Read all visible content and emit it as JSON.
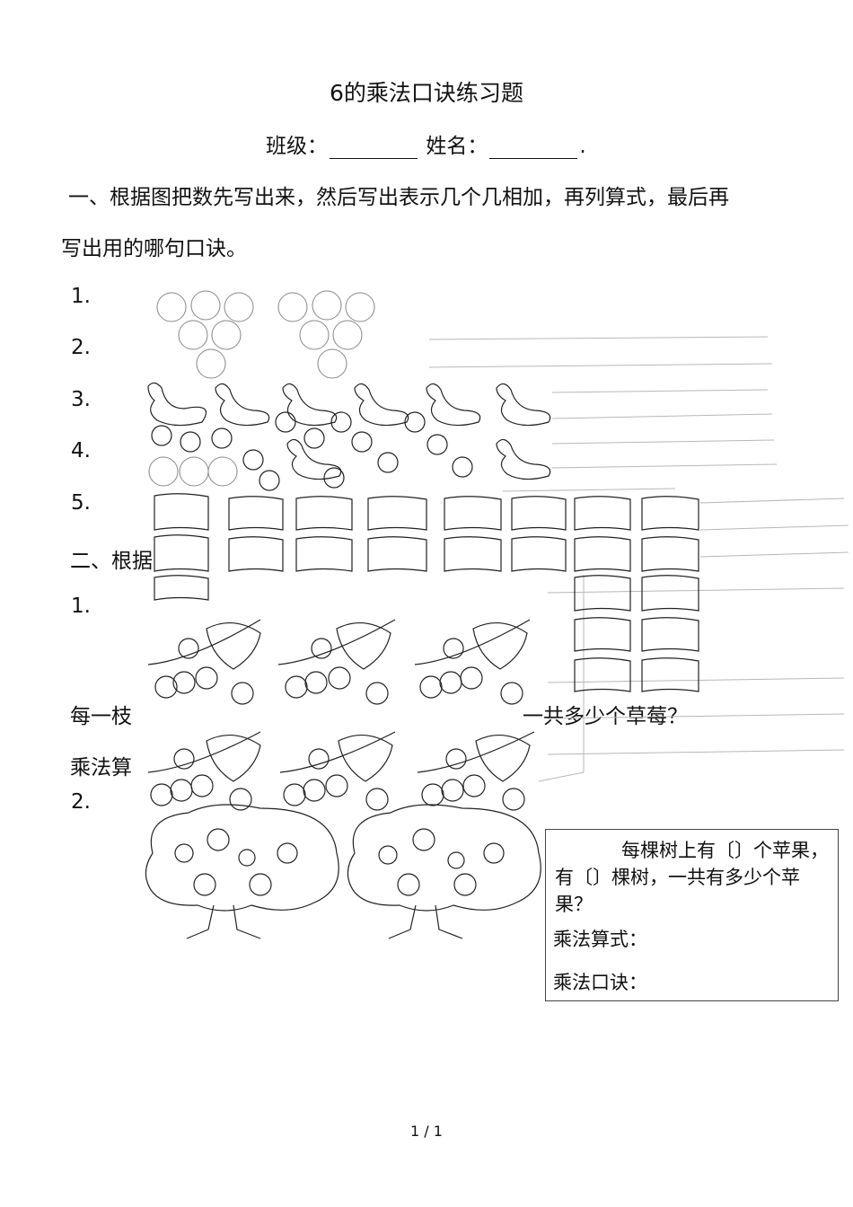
{
  "doc": {
    "title": "6的乘法口诀练习题",
    "class_label": "班级：",
    "name_label": "姓名：",
    "name_end": ".",
    "section1_line1": "一、根据图把数先写出来，然后写出表示几个几相加，再列算式，最后再",
    "section1_line2": "写出用的哪句口诀。",
    "s1_items": [
      "1.",
      "2.",
      "3.",
      "4.",
      "5."
    ],
    "section2": "二、根据",
    "s2_item1": "1.",
    "s2_q_visible_left": "每一枝",
    "s2_q_visible_right": "一共多少个草莓？",
    "s2_formula_fragment": "乘法算",
    "s2_item2": "2.",
    "apple_box": {
      "line1": "每棵树上有〔〕个苹果，有〔〕棵树，一共有多少个苹果？",
      "formula": "乘法算式：",
      "rhyme": "乘法口诀："
    },
    "page_number": "1 / 1"
  }
}
